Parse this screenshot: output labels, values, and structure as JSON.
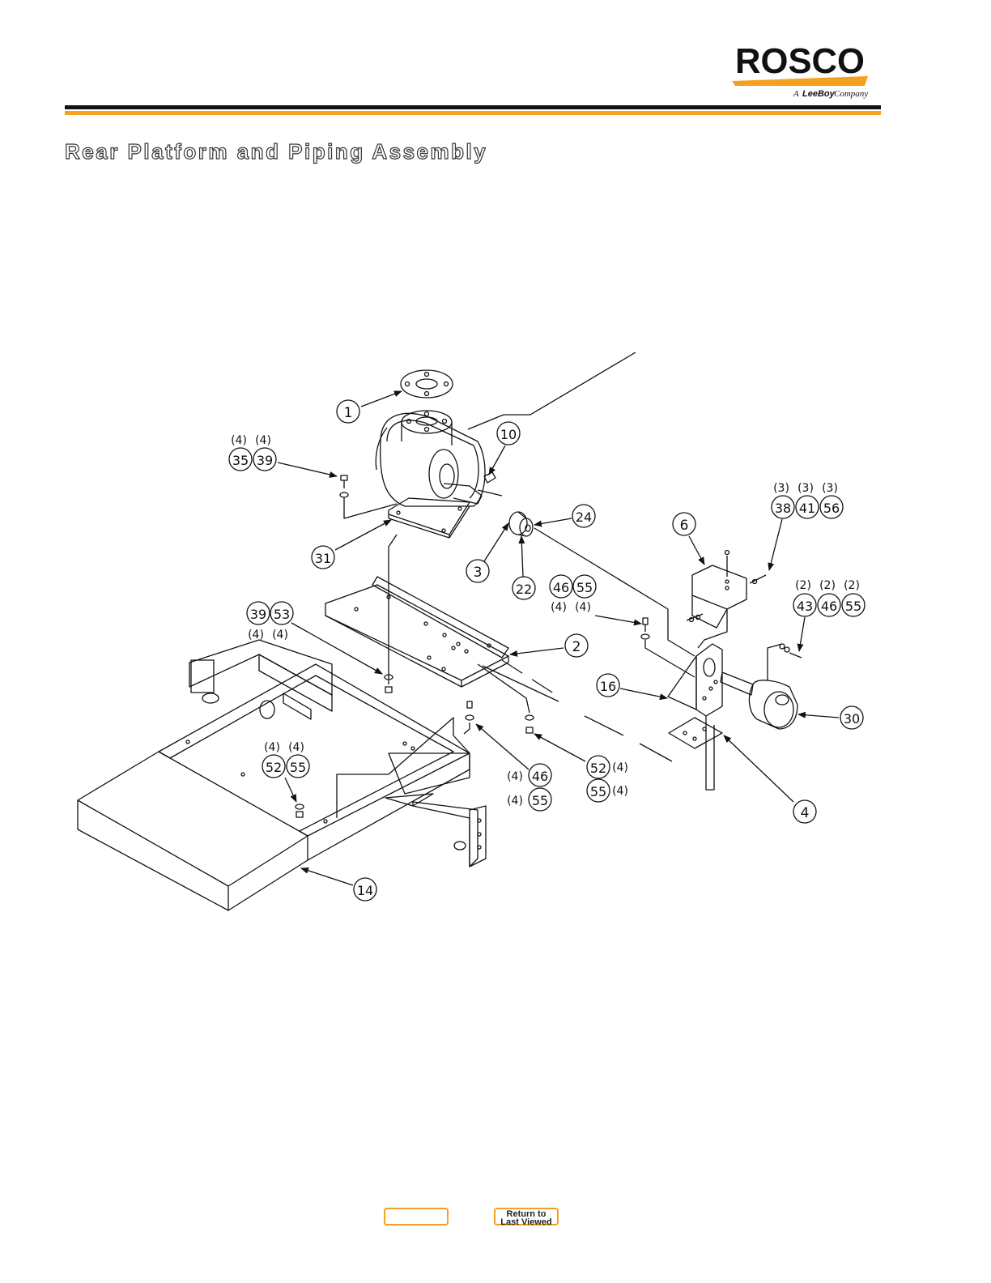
{
  "brand": {
    "name": "ROSCO",
    "tagline_prefix": "A",
    "tagline_brand": "LeeBoy",
    "tagline_suffix": "Company",
    "colors": {
      "accent": "#f5a01e",
      "rule": "#111111"
    }
  },
  "page": {
    "title": "Rear Platform and Piping Assembly"
  },
  "callouts": [
    {
      "id": "c1",
      "num": "1"
    },
    {
      "id": "c2",
      "num": "2"
    },
    {
      "id": "c3",
      "num": "3"
    },
    {
      "id": "c4",
      "num": "4"
    },
    {
      "id": "c6",
      "num": "6"
    },
    {
      "id": "c10",
      "num": "10"
    },
    {
      "id": "c14",
      "num": "14"
    },
    {
      "id": "c16",
      "num": "16"
    },
    {
      "id": "c22",
      "num": "22"
    },
    {
      "id": "c24",
      "num": "24"
    },
    {
      "id": "c30",
      "num": "30"
    },
    {
      "id": "c31",
      "num": "31"
    },
    {
      "id": "c35",
      "num": "35"
    },
    {
      "id": "c39a",
      "num": "39"
    },
    {
      "id": "c38",
      "num": "38"
    },
    {
      "id": "c41",
      "num": "41"
    },
    {
      "id": "c56",
      "num": "56"
    },
    {
      "id": "c43",
      "num": "43"
    },
    {
      "id": "c46a",
      "num": "46"
    },
    {
      "id": "c55a",
      "num": "55"
    },
    {
      "id": "c46b",
      "num": "46"
    },
    {
      "id": "c55b",
      "num": "55"
    },
    {
      "id": "c39b",
      "num": "39"
    },
    {
      "id": "c53",
      "num": "53"
    },
    {
      "id": "c52a",
      "num": "52"
    },
    {
      "id": "c55c",
      "num": "55"
    },
    {
      "id": "c46c",
      "num": "46"
    },
    {
      "id": "c55d",
      "num": "55"
    },
    {
      "id": "c52b",
      "num": "52"
    },
    {
      "id": "c55e",
      "num": "55"
    }
  ],
  "quantities": [
    {
      "id": "q35",
      "text": "(4)"
    },
    {
      "id": "q39a",
      "text": "(4)"
    },
    {
      "id": "q38",
      "text": "(3)"
    },
    {
      "id": "q41",
      "text": "(3)"
    },
    {
      "id": "q56",
      "text": "(3)"
    },
    {
      "id": "q43",
      "text": "(2)"
    },
    {
      "id": "q46a",
      "text": "(2)"
    },
    {
      "id": "q55a",
      "text": "(2)"
    },
    {
      "id": "q46b",
      "text": "(4)"
    },
    {
      "id": "q55b",
      "text": "(4)"
    },
    {
      "id": "q39b",
      "text": "(4)"
    },
    {
      "id": "q53",
      "text": "(4)"
    },
    {
      "id": "q52a",
      "text": "(4)"
    },
    {
      "id": "q55c",
      "text": "(4)"
    },
    {
      "id": "q46c",
      "text": "(4)"
    },
    {
      "id": "q55d",
      "text": "(4)"
    },
    {
      "id": "q52b",
      "text": "(4)"
    },
    {
      "id": "q55e",
      "text": "(4)"
    }
  ],
  "nav": {
    "blank_label": "",
    "return_label": "Return to\nLast Viewed"
  }
}
